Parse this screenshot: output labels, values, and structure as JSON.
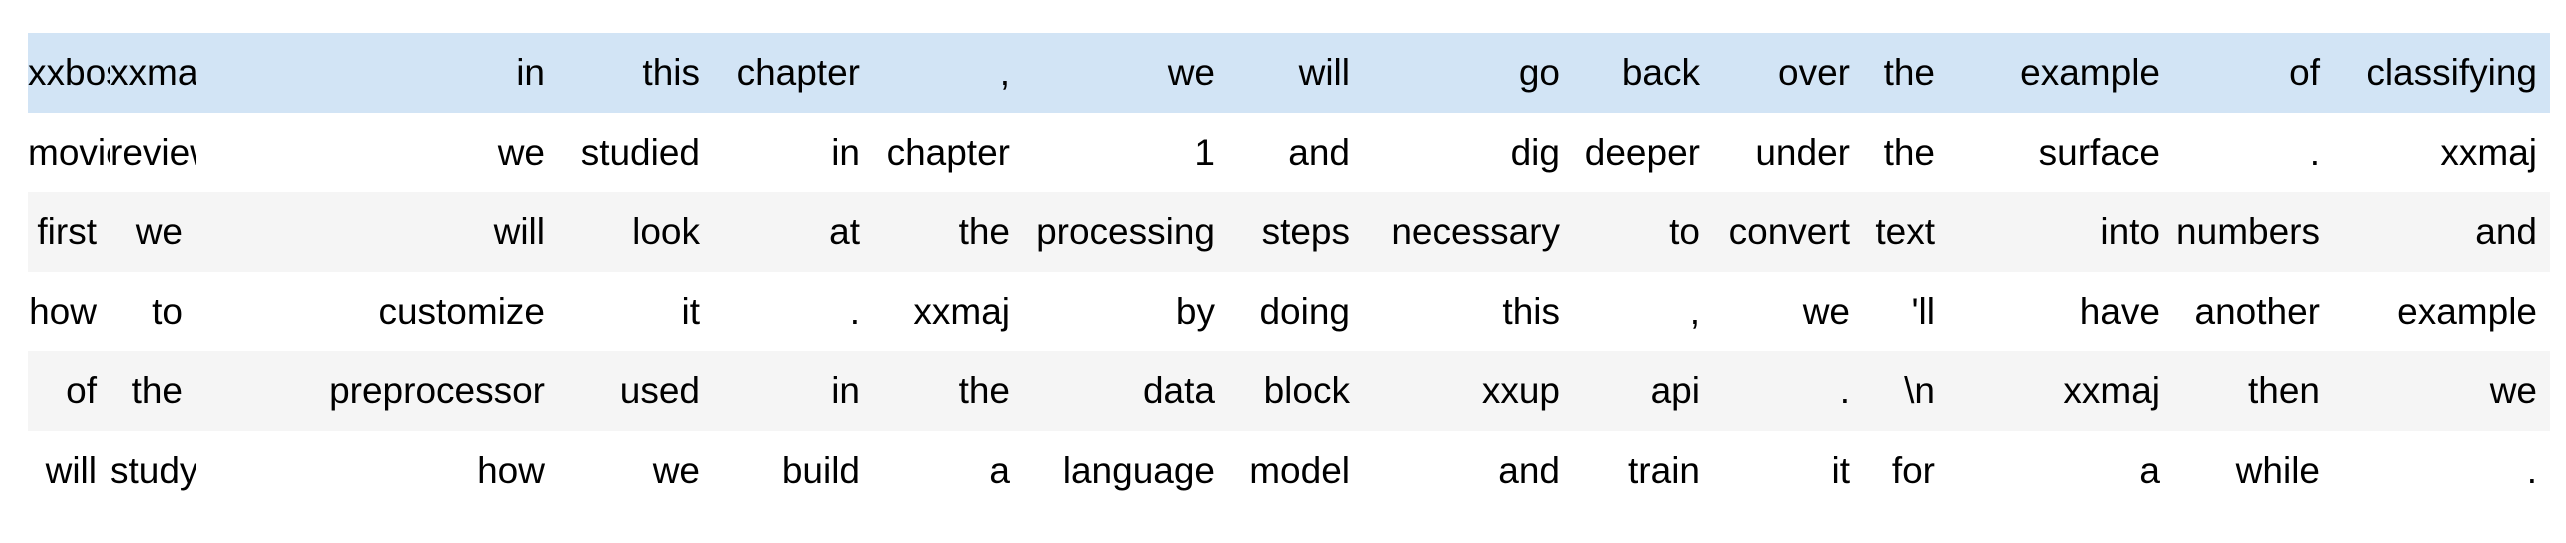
{
  "table": {
    "description": "tokenized-text-output",
    "highlighted_row_index": 0,
    "colors": {
      "highlight": "#d2e4f5",
      "stripe": "#f5f5f5",
      "plain": "#ffffff",
      "text": "#000000"
    },
    "rows": [
      [
        "xxbos",
        "xxmaj",
        "in",
        "this",
        "chapter",
        ",",
        "we",
        "will",
        "go",
        "back",
        "over",
        "the",
        "example",
        "of",
        "classifying"
      ],
      [
        "movie",
        "reviews",
        "we",
        "studied",
        "in",
        "chapter",
        "1",
        "and",
        "dig",
        "deeper",
        "under",
        "the",
        "surface",
        ".",
        "xxmaj"
      ],
      [
        "first",
        "we",
        "will",
        "look",
        "at",
        "the",
        "processing",
        "steps",
        "necessary",
        "to",
        "convert",
        "text",
        "into",
        "numbers",
        "and"
      ],
      [
        "how",
        "to",
        "customize",
        "it",
        ".",
        "xxmaj",
        "by",
        "doing",
        "this",
        ",",
        "we",
        "'ll",
        "have",
        "another",
        "example"
      ],
      [
        "of",
        "the",
        "preprocessor",
        "used",
        "in",
        "the",
        "data",
        "block",
        "xxup",
        "api",
        ".",
        "\\n",
        "xxmaj",
        "then",
        "we"
      ],
      [
        "will",
        "study",
        "how",
        "we",
        "build",
        "a",
        "language",
        "model",
        "and",
        "train",
        "it",
        "for",
        "a",
        "while",
        "."
      ]
    ]
  }
}
